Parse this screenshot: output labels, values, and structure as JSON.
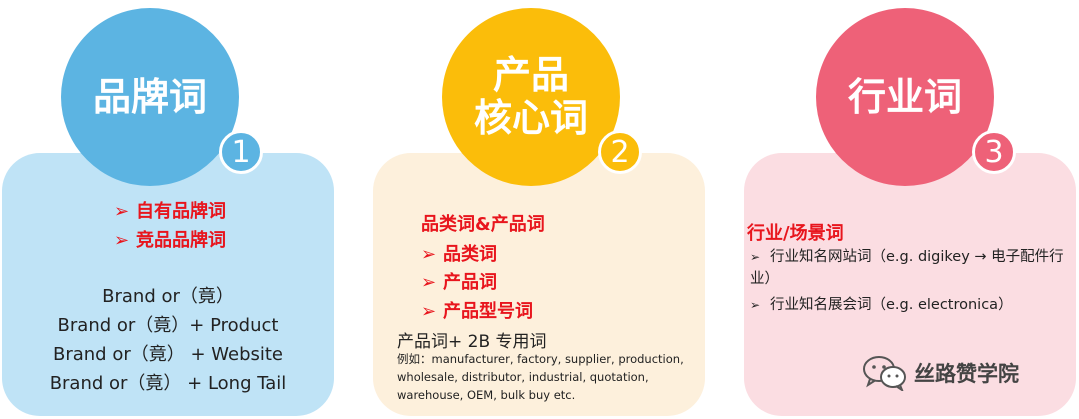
{
  "cards": [
    {
      "circle_title": [
        "品牌词"
      ],
      "number": "1",
      "red_items": [
        "自有品牌词",
        "竞品品牌词"
      ],
      "lines": [
        "Brand or（竟）",
        "Brand or（竟）+ Product",
        "Brand or（竟） + Website",
        "Brand or（竟） + Long Tail"
      ],
      "color": "#5cb4e2",
      "bg": "#bfe3f6"
    },
    {
      "circle_title": [
        "产品",
        "核心词"
      ],
      "number": "2",
      "red_title": "品类词&产品词",
      "red_items": [
        "品类词",
        "产品词",
        "产品型号词"
      ],
      "sub": "产品词+ 2B 专用词",
      "example": "例如：manufacturer, factory, supplier, production, wholesale, distributor, industrial, quotation, warehouse, OEM, bulk buy etc.",
      "color": "#fbbd0a",
      "bg": "#fdf0dc"
    },
    {
      "circle_title": [
        "行业词"
      ],
      "number": "3",
      "red_title": "行业/场景词",
      "items": [
        "行业知名网站词（e.g. digikey → 电子配件行业）",
        "行业知名展会词（e.g. electronica）"
      ],
      "color": "#ee6178",
      "bg": "#fbdde2"
    }
  ],
  "arrow_glyph": "➢",
  "watermark": "丝路赞学院",
  "watermark_icon": "wechat-icon"
}
